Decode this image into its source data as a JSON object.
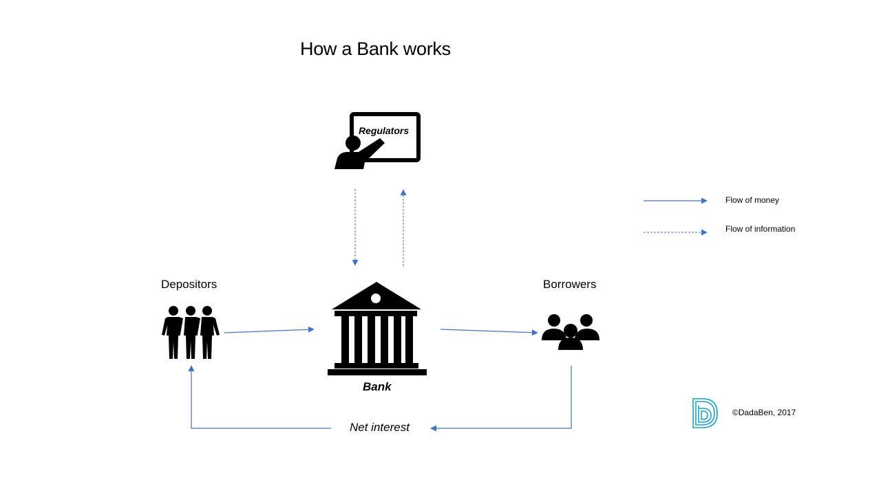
{
  "title": "How a Bank works",
  "nodes": {
    "regulators": "Regulators",
    "depositors": "Depositors",
    "bank": "Bank",
    "borrowers": "Borrowers"
  },
  "flows": {
    "net_interest": "Net interest"
  },
  "legend": {
    "money": "Flow of money",
    "information": "Flow of information"
  },
  "footer": {
    "copyright": "©DadaBen, 2017"
  },
  "colors": {
    "arrow": "#4472c4",
    "logo": "#1ba1c9",
    "icon": "#000000"
  },
  "icons": {
    "regulators": "teacher-board-icon",
    "depositors": "people-group-icon",
    "bank": "bank-building-icon",
    "borrowers": "users-group-icon",
    "logo": "dadaben-logo-icon"
  }
}
